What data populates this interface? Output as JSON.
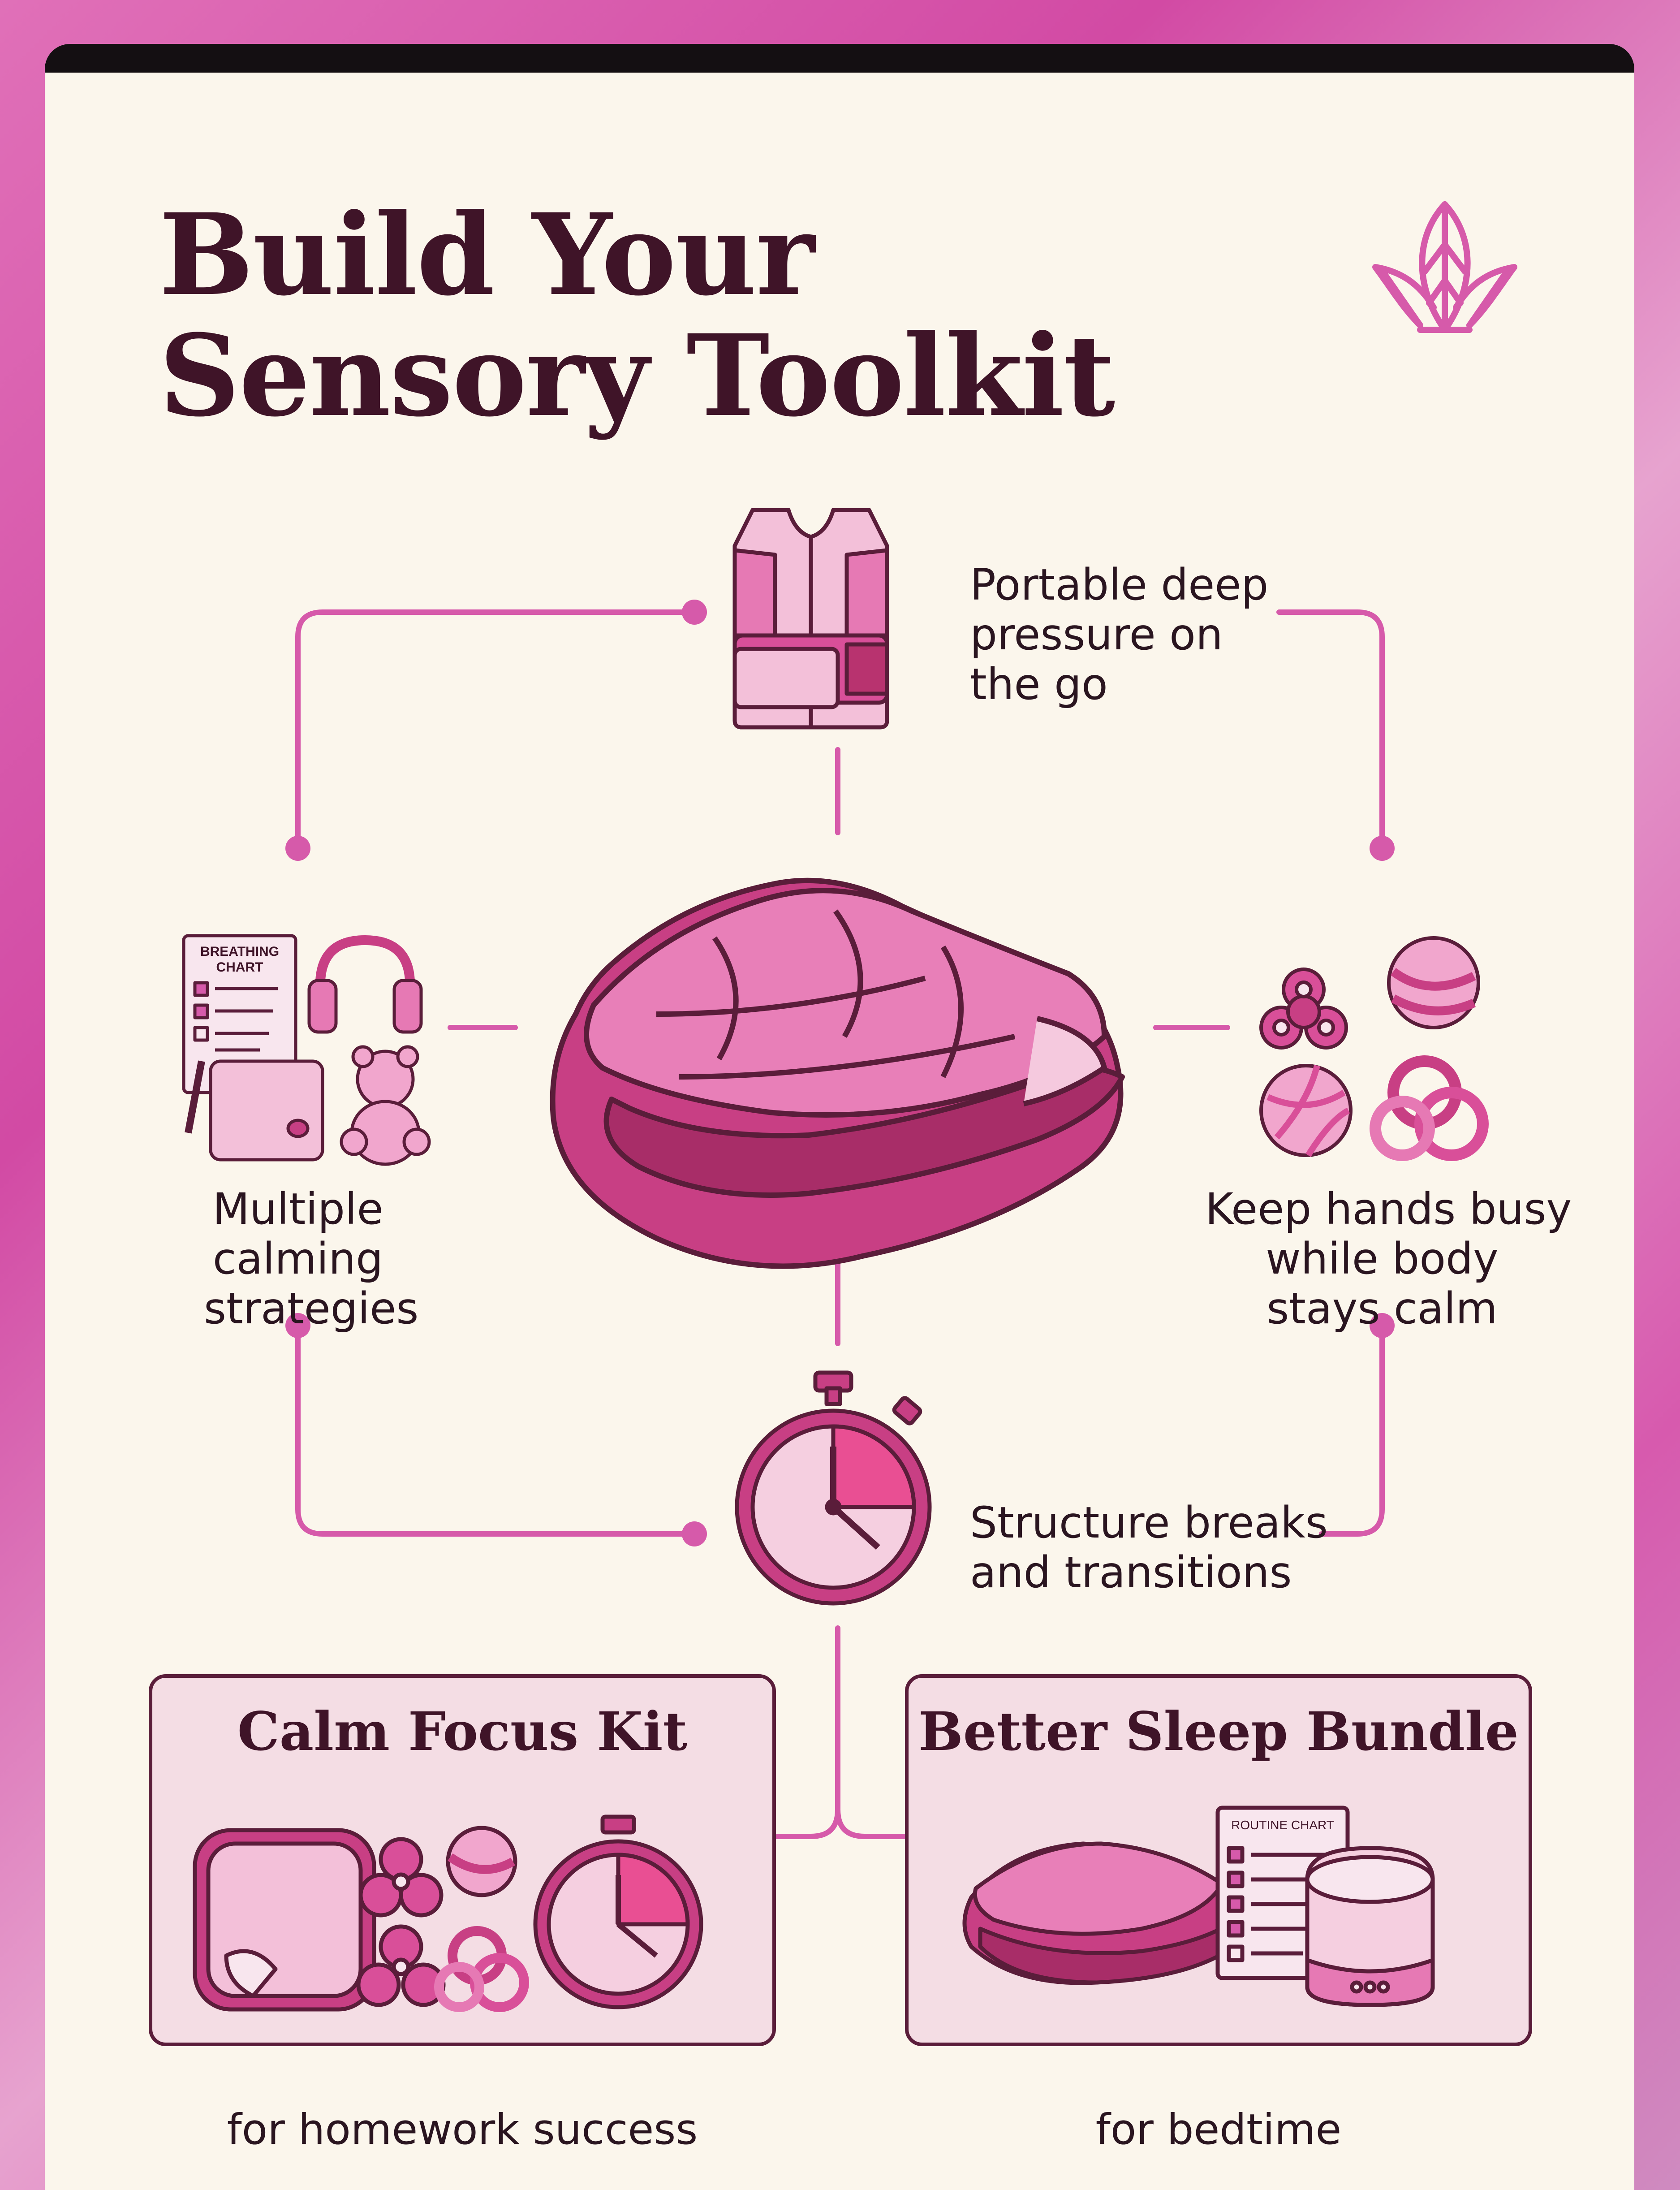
{
  "title": {
    "line1": "Build Your",
    "line2": "Sensory Toolkit"
  },
  "icons": {
    "header": "lotus-leaf-icon",
    "top": "weighted-vest-icon",
    "center": "weighted-blanket-icon",
    "left": "calming-tools-icon",
    "right": "fidget-toys-icon",
    "bottom": "timer-icon"
  },
  "nodes": {
    "top": {
      "line1": "Portable deep",
      "line2": "pressure on",
      "line3": "the go"
    },
    "left": {
      "line1": "Multiple",
      "line2": "calming",
      "line3": "strategies"
    },
    "right": {
      "line1": "Keep hands busy",
      "line2": "while body",
      "line3": "stays calm"
    },
    "bottom": {
      "line1": "Structure breaks",
      "line2": "and transitions"
    }
  },
  "left_icon_text": {
    "chart_line1": "BREATHING",
    "chart_line2": "CHART"
  },
  "kits": [
    {
      "title": "Calm Focus Kit",
      "subtitle": "for homework success"
    },
    {
      "title": "Better Sleep Bundle",
      "subtitle": "for bedtime",
      "chart_label": "ROUTINE CHART"
    }
  ],
  "colors": {
    "accent": "#d65aaa",
    "outline": "#5a1d3a",
    "title": "#3f1428",
    "card": "#fbf6ec",
    "kit_box": "#f4dde4"
  }
}
